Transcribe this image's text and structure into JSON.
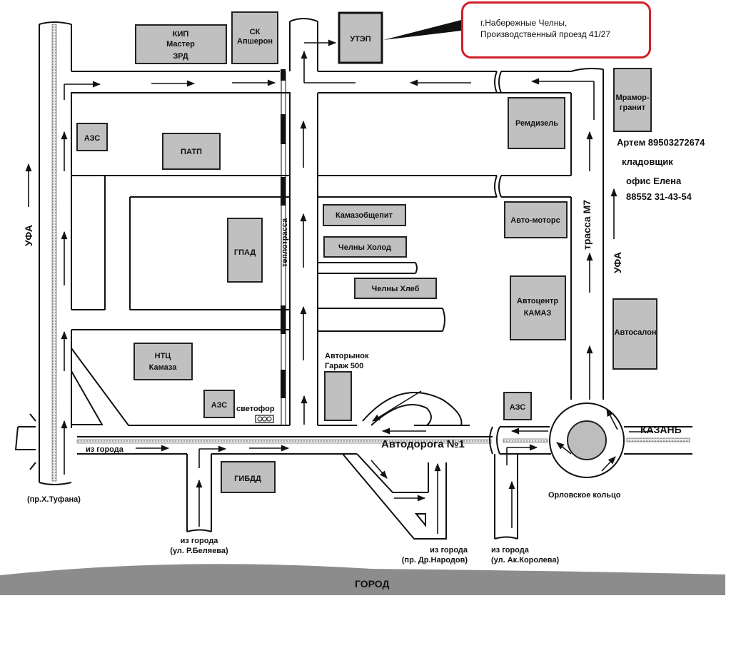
{
  "address_callout": {
    "line1": "г.Набережные Челны,",
    "line2": "Производственный проезд 41/27",
    "border_color": "#d0202a"
  },
  "contacts": {
    "line1": "Артем 89503272674",
    "line2": "кладовщик",
    "line3": "офис Елена",
    "line4": "88552 31-43-54"
  },
  "buildings": {
    "kip": [
      "КИП",
      "Мастер",
      "ЗРД"
    ],
    "sk": [
      "СК",
      "Апшерон"
    ],
    "utep": "УТЭП",
    "azs_top": "АЗС",
    "patp": "ПАТП",
    "gpad": "ГПАД",
    "ntc": [
      "НТЦ",
      "Камаза"
    ],
    "azs_mid": "АЗС",
    "gibdd": "ГИБДД",
    "kamazobshchepit": "Камазобщепит",
    "chelny_holod": "Челны Холод",
    "chelny_hleb": "Челны Хлеб",
    "avtorynok": [
      "Авторынок",
      "Гараж 500"
    ],
    "remdizel": "Ремдизель",
    "avto_motors": "Авто-моторс",
    "avtocentr": [
      "Автоцентр",
      "КАМАЗ"
    ],
    "azs_right": "АЗС",
    "mramor": [
      "Мрамор-",
      "гранит"
    ],
    "avtosalon": "Автосалон"
  },
  "labels": {
    "ufa_left": "УФА",
    "ufa_right": "УФА",
    "teplotrassa": "теплотрасса",
    "trassa_m7": "трасса М7",
    "svetofor": "светофор",
    "iz_goroda_main": "из города",
    "avtodoroga": "Автодорога №1",
    "kazan": "КАЗАНЬ",
    "orlovskoe": "Орловское кольцо",
    "tufana": "(пр.Х.Туфана)",
    "belyaeva": [
      "из города",
      "(ул. Р.Беляева)"
    ],
    "narodov": [
      "из города",
      "(пр. Др.Народов)"
    ],
    "koroleva": [
      "из города",
      "(ул. Ак.Королева)"
    ],
    "gorod": "ГОРОД"
  }
}
